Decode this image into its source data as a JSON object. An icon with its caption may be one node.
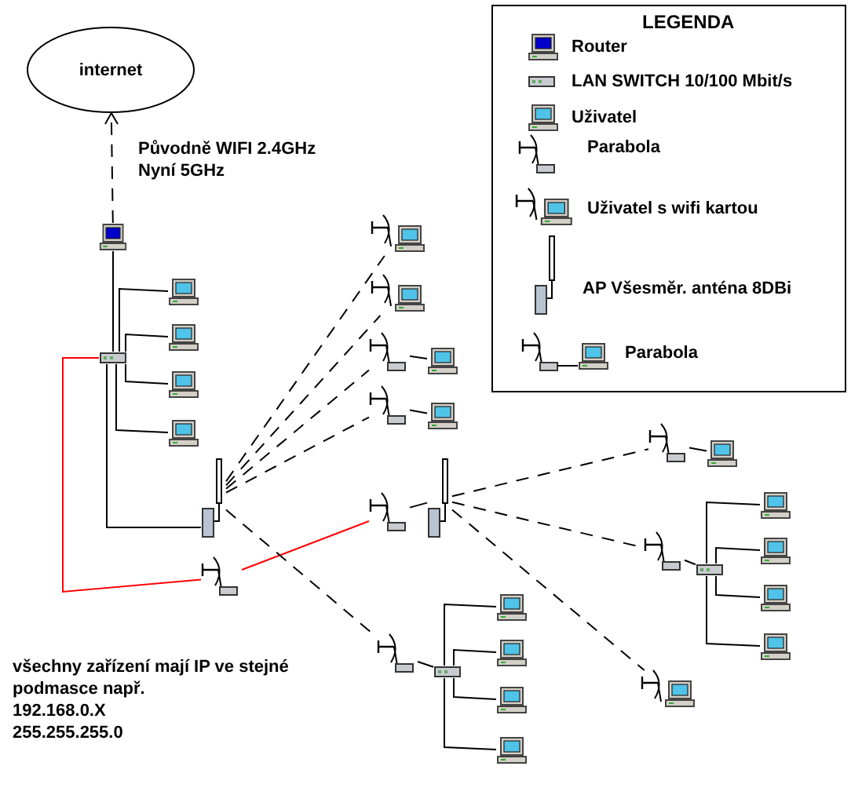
{
  "diagram": {
    "nodes": [
      {
        "text": [
          "internet"
        ]
      },
      {
        "text": [],
        "shape": "computer"
      },
      {
        "text": [],
        "shape": "switch"
      },
      {
        "text": [],
        "shape": "computer"
      },
      {
        "text": [],
        "shape": "computer"
      },
      {
        "text": [],
        "shape": "computer"
      },
      {
        "text": [],
        "shape": "computer"
      },
      {
        "text": [],
        "shape": "antenna"
      },
      {
        "text": [],
        "shape": "dish"
      },
      {
        "text": [],
        "shape": "dish-computer"
      },
      {
        "text": [],
        "shape": "dish-computer"
      },
      {
        "text": [],
        "shape": "dish"
      },
      {
        "text": [],
        "shape": "computer"
      },
      {
        "text": [],
        "shape": "dish"
      },
      {
        "text": [],
        "shape": "computer"
      },
      {
        "text": [],
        "shape": "dish"
      },
      {
        "text": [],
        "shape": "antenna"
      },
      {
        "text": [],
        "shape": "dish"
      },
      {
        "text": [],
        "shape": "switch"
      },
      {
        "text": [],
        "shape": "computer"
      },
      {
        "text": [],
        "shape": "computer"
      },
      {
        "text": [],
        "shape": "computer"
      },
      {
        "text": [],
        "shape": "computer"
      },
      {
        "text": [],
        "shape": "dish"
      },
      {
        "text": [],
        "shape": "computer"
      },
      {
        "text": [],
        "shape": "dish"
      },
      {
        "text": [],
        "shape": "switch"
      },
      {
        "text": [],
        "shape": "computer"
      },
      {
        "text": [],
        "shape": "computer"
      },
      {
        "text": [],
        "shape": "computer"
      },
      {
        "text": [],
        "shape": "computer"
      },
      {
        "text": [],
        "shape": "dish-computer"
      }
    ],
    "edges": [
      {
        "from": 1,
        "to": 0,
        "arrow": "to",
        "style": "dashed",
        "label": "Původně WIFI 2.4GHz Nyní 5GHz"
      },
      {
        "from": 1,
        "to": 2,
        "arrow": "none"
      },
      {
        "from": 2,
        "to": 3,
        "arrow": "none"
      },
      {
        "from": 2,
        "to": 4,
        "arrow": "none"
      },
      {
        "from": 2,
        "to": 5,
        "arrow": "none"
      },
      {
        "from": 2,
        "to": 6,
        "arrow": "none"
      },
      {
        "from": 2,
        "to": 7,
        "arrow": "none"
      },
      {
        "from": 2,
        "to": 8,
        "arrow": "none",
        "color": "#ff0000"
      },
      {
        "from": 7,
        "to": 9,
        "arrow": "none",
        "style": "dashed"
      },
      {
        "from": 7,
        "to": 10,
        "arrow": "none",
        "style": "dashed"
      },
      {
        "from": 7,
        "to": 11,
        "arrow": "none",
        "style": "dashed"
      },
      {
        "from": 7,
        "to": 13,
        "arrow": "none",
        "style": "dashed"
      },
      {
        "from": 11,
        "to": 12,
        "arrow": "none"
      },
      {
        "from": 13,
        "to": 14,
        "arrow": "none"
      },
      {
        "from": 8,
        "to": 15,
        "arrow": "none",
        "color": "#ff0000"
      },
      {
        "from": 15,
        "to": 16,
        "arrow": "none"
      },
      {
        "from": 7,
        "to": 17,
        "arrow": "none",
        "style": "dashed"
      },
      {
        "from": 17,
        "to": 18,
        "arrow": "none"
      },
      {
        "from": 18,
        "to": 19,
        "arrow": "none"
      },
      {
        "from": 18,
        "to": 20,
        "arrow": "none"
      },
      {
        "from": 18,
        "to": 21,
        "arrow": "none"
      },
      {
        "from": 18,
        "to": 22,
        "arrow": "none"
      },
      {
        "from": 16,
        "to": 23,
        "arrow": "none",
        "style": "dashed"
      },
      {
        "from": 23,
        "to": 24,
        "arrow": "none"
      },
      {
        "from": 16,
        "to": 25,
        "arrow": "none",
        "style": "dashed"
      },
      {
        "from": 25,
        "to": 26,
        "arrow": "none"
      },
      {
        "from": 26,
        "to": 27,
        "arrow": "none"
      },
      {
        "from": 26,
        "to": 28,
        "arrow": "none"
      },
      {
        "from": 26,
        "to": 29,
        "arrow": "none"
      },
      {
        "from": 26,
        "to": 30,
        "arrow": "none"
      },
      {
        "from": 16,
        "to": 31,
        "arrow": "none",
        "style": "dashed"
      }
    ],
    "labels": [
      "LEGENDA",
      "všechny zařízení mají IP ve stejné podmasce např.",
      "192.168.0.X",
      "255.255.255.0"
    ],
    "legend": [
      {
        "text": "Router"
      },
      {
        "text": "LAN SWITCH 10/100 Mbit/s"
      },
      {
        "text": "Uživatel"
      },
      {
        "text": "Parabola"
      },
      {
        "text": "Uživatel s wifi kartou"
      },
      {
        "text": "AP Všesměr. anténa 8DBi"
      },
      {
        "text": "Parabola"
      }
    ]
  }
}
